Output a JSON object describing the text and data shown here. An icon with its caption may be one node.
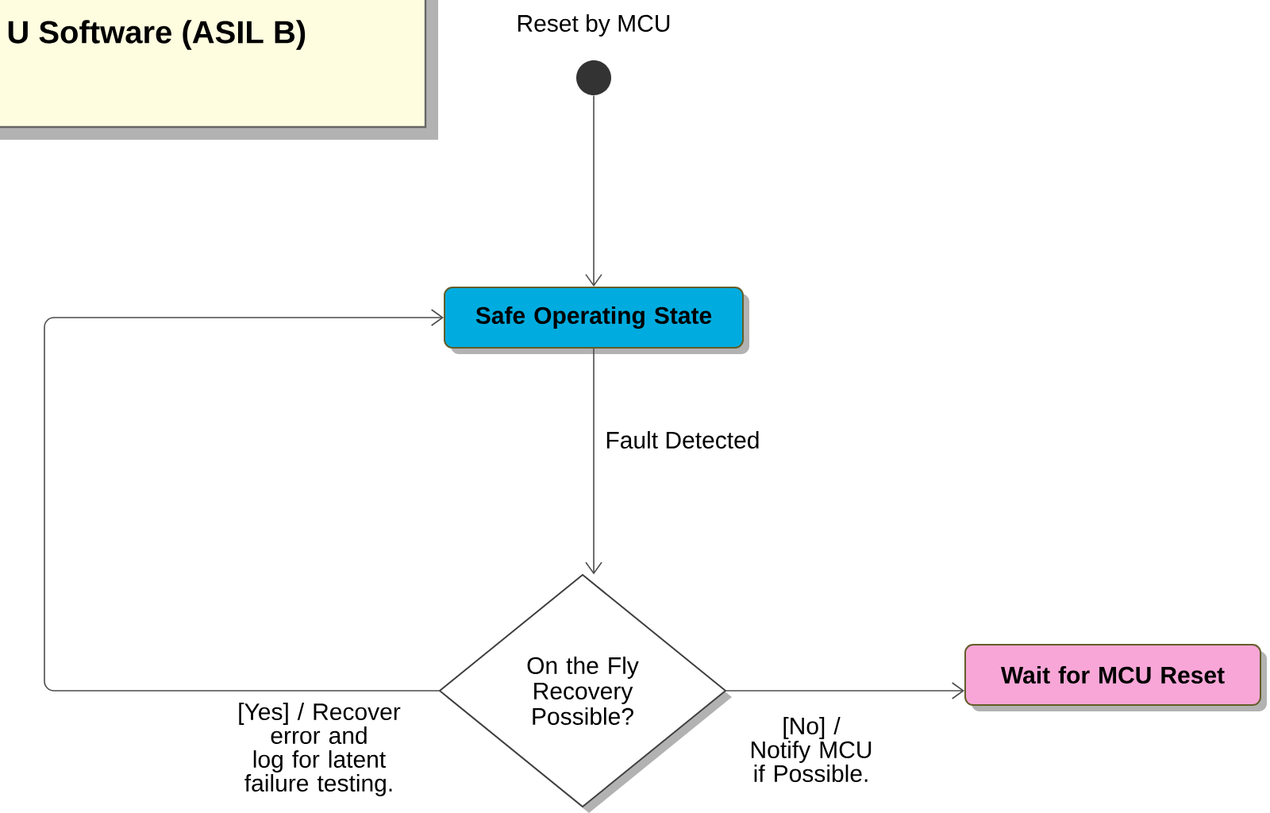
{
  "diagram": {
    "nodes": [
      {
        "text": [
          "U Software (ASIL B)"
        ]
      },
      {
        "text": [],
        "shape": "circle",
        "beside": [
          "Reset by MCU"
        ]
      },
      {
        "text": [
          "Safe Operating State"
        ]
      },
      {
        "text": [
          "On the Fly Recovery Possible?"
        ]
      },
      {
        "text": [
          "Wait for MCU Reset"
        ]
      }
    ],
    "edges": [
      {
        "from": 1,
        "to": 2,
        "arrow": "to"
      },
      {
        "from": 2,
        "to": 3,
        "arrow": "to",
        "label": "Fault Detected"
      },
      {
        "from": 3,
        "to": 2,
        "arrow": "to",
        "label": "[Yes] / Recover error and log for latent failure testing."
      },
      {
        "from": 3,
        "to": 4,
        "arrow": "to",
        "label": "[No] / Notify MCU if Possible."
      }
    ]
  }
}
